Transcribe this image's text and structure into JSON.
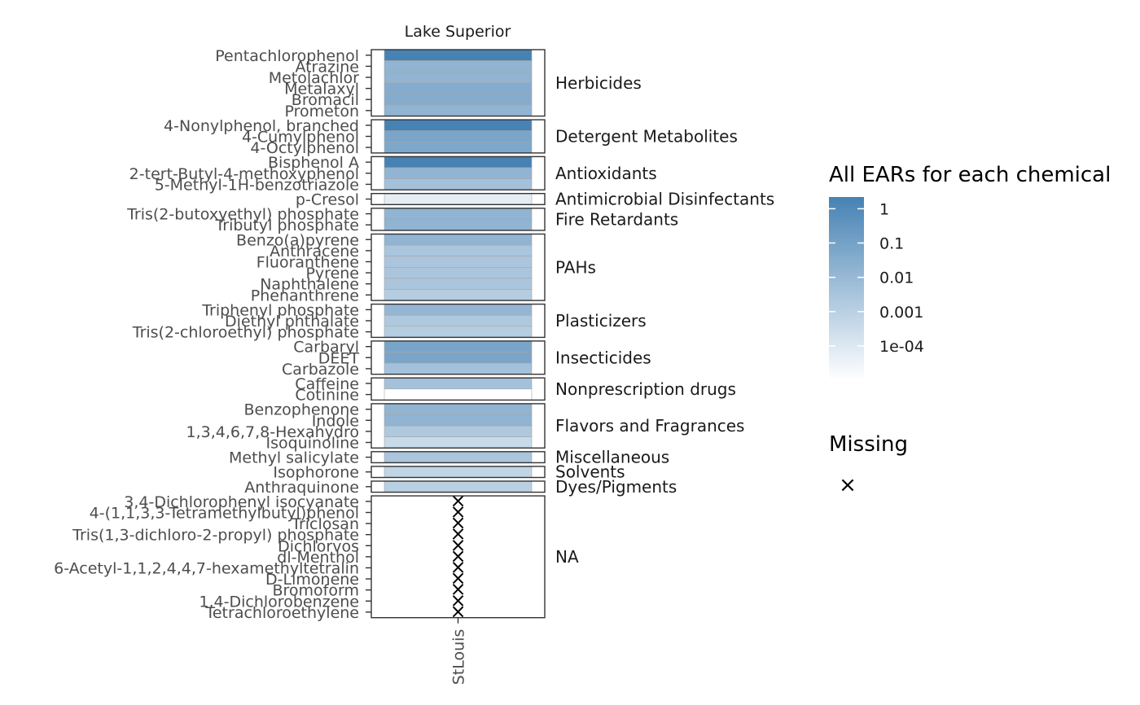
{
  "chart_data": {
    "type": "heatmap",
    "facet_title": "Lake Superior",
    "x_categories": [
      "StLouis"
    ],
    "color_scale": {
      "type": "log10",
      "domain": [
        1e-05,
        1
      ],
      "low_color": "#ffffff",
      "high_color": "#4682b4",
      "breaks": [
        1,
        0.1,
        0.01,
        0.001,
        0.0001
      ],
      "break_labels": [
        "1",
        "0.1",
        "0.01",
        "0.001",
        "1e-04"
      ]
    },
    "legend": {
      "title": "All EARs for each chemical",
      "missing_title": "Missing",
      "missing_symbol": "×"
    },
    "groups": [
      {
        "name": "Herbicides",
        "chemicals": [
          {
            "name": "Pentachlorophenol",
            "value": 1.2
          },
          {
            "name": "Atrazine",
            "value": 0.01
          },
          {
            "name": "Metolachlor",
            "value": 0.01
          },
          {
            "name": "Metalaxyl",
            "value": 0.02
          },
          {
            "name": "Bromacil",
            "value": 0.02
          },
          {
            "name": "Prometon",
            "value": 0.01
          }
        ]
      },
      {
        "name": "Detergent Metabolites",
        "chemicals": [
          {
            "name": "4-Nonylphenol, branched",
            "value": 1.0
          },
          {
            "name": "4-Cumylphenol",
            "value": 0.04
          },
          {
            "name": "4-Octylphenol",
            "value": 0.03
          }
        ]
      },
      {
        "name": "Antioxidants",
        "chemicals": [
          {
            "name": "Bisphenol A",
            "value": 1.0
          },
          {
            "name": "2-tert-Butyl-4-methoxyphenol",
            "value": 0.01
          },
          {
            "name": "5-Methyl-1H-benzotriazole",
            "value": 0.003
          }
        ]
      },
      {
        "name": "Antimicrobial Disinfectants",
        "chemicals": [
          {
            "name": "p-Cresol",
            "value": 5e-05
          }
        ]
      },
      {
        "name": "Fire Retardants",
        "chemicals": [
          {
            "name": "Tris(2-butoxyethyl) phosphate",
            "value": 0.01
          },
          {
            "name": "Tributyl phosphate",
            "value": 0.01
          }
        ]
      },
      {
        "name": "PAHs",
        "chemicals": [
          {
            "name": "Benzo(a)pyrene",
            "value": 0.01
          },
          {
            "name": "Anthracene",
            "value": 0.002
          },
          {
            "name": "Fluoranthene",
            "value": 0.002
          },
          {
            "name": "Pyrene",
            "value": 0.002
          },
          {
            "name": "Naphthalene",
            "value": 0.002
          },
          {
            "name": "Phenanthrene",
            "value": 0.001
          }
        ]
      },
      {
        "name": "Plasticizers",
        "chemicals": [
          {
            "name": "Triphenyl phosphate",
            "value": 0.008
          },
          {
            "name": "Diethyl phthalate",
            "value": 0.0015
          },
          {
            "name": "Tris(2-chloroethyl) phosphate",
            "value": 0.001
          }
        ]
      },
      {
        "name": "Insecticides",
        "chemicals": [
          {
            "name": "Carbaryl",
            "value": 0.04
          },
          {
            "name": "DEET",
            "value": 0.04
          },
          {
            "name": "Carbazole",
            "value": 0.003
          }
        ]
      },
      {
        "name": "Nonprescription drugs",
        "chemicals": [
          {
            "name": "Caffeine",
            "value": 0.003
          },
          {
            "name": "Cotinine",
            "value": 1e-05
          }
        ]
      },
      {
        "name": "Flavors and Fragrances",
        "chemicals": [
          {
            "name": "Benzophenone",
            "value": 0.01
          },
          {
            "name": "Indole",
            "value": 0.01
          },
          {
            "name": "1,3,4,6,7,8-Hexahydro",
            "value": 0.0015
          },
          {
            "name": "Isoquinoline",
            "value": 0.0003
          }
        ]
      },
      {
        "name": "Miscellaneous",
        "chemicals": [
          {
            "name": "Methyl salicylate",
            "value": 0.002
          }
        ]
      },
      {
        "name": "Solvents",
        "chemicals": [
          {
            "name": "Isophorone",
            "value": 0.0005
          }
        ]
      },
      {
        "name": "Dyes/Pigments",
        "chemicals": [
          {
            "name": "Anthraquinone",
            "value": 0.0008
          }
        ]
      },
      {
        "name": "NA",
        "chemicals": [
          {
            "name": "3,4-Dichlorophenyl isocyanate",
            "value": null
          },
          {
            "name": "4-(1,1,3,3-Tetramethylbutyl)phenol",
            "value": null
          },
          {
            "name": "Triclosan",
            "value": null
          },
          {
            "name": "Tris(1,3-dichloro-2-propyl) phosphate",
            "value": null
          },
          {
            "name": "Dichlorvos",
            "value": null
          },
          {
            "name": "dl-Menthol",
            "value": null
          },
          {
            "name": "6-Acetyl-1,1,2,4,4,7-hexamethyltetralin",
            "value": null
          },
          {
            "name": "D-Limonene",
            "value": null
          },
          {
            "name": "Bromoform",
            "value": null
          },
          {
            "name": "1,4-Dichlorobenzene",
            "value": null
          },
          {
            "name": "Tetrachloroethylene",
            "value": null
          }
        ]
      }
    ]
  }
}
